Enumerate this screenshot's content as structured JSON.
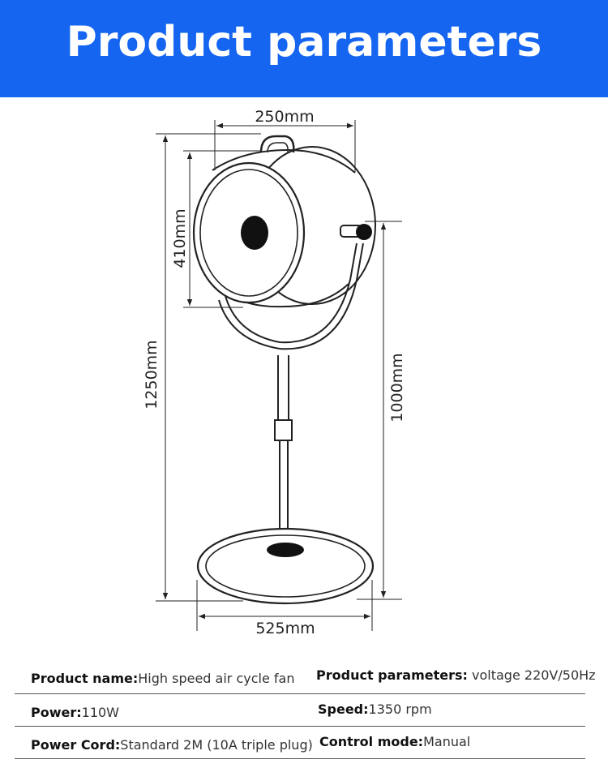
{
  "header": {
    "title": "Product parameters"
  },
  "dimensions": {
    "width_top": "250mm",
    "head_height": "410mm",
    "total_height": "1250mm",
    "stand_height": "1000mm",
    "base_width": "525mm"
  },
  "specs": [
    {
      "label": "Product name:",
      "value": "High speed air cycle fan"
    },
    {
      "label": "Product parameters:",
      "value": " voltage 220V/50Hz"
    },
    {
      "label": "Power:",
      "value": "110W"
    },
    {
      "label": "Speed:",
      "value": "1350 rpm"
    },
    {
      "label": "Power Cord:",
      "value": "Standard 2M (10A triple plug)"
    },
    {
      "label": "Control mode:",
      "value": "Manual"
    }
  ]
}
